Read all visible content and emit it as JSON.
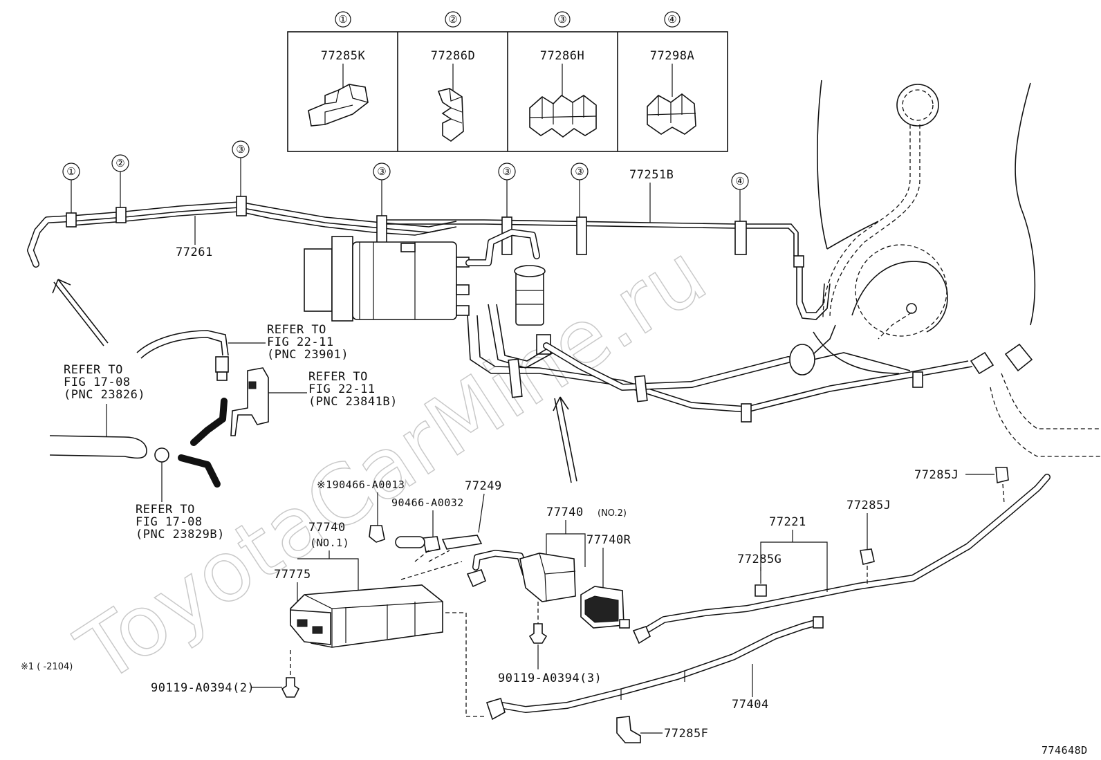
{
  "watermark": "ToyotaCarMine.ru",
  "figure_code": "774648D",
  "footnote": "※1 (      -2104)",
  "clip_table": [
    {
      "index": "①",
      "part": "77285K"
    },
    {
      "index": "②",
      "part": "77286D"
    },
    {
      "index": "③",
      "part": "77286H"
    },
    {
      "index": "④",
      "part": "77298A"
    }
  ],
  "clip_markers": [
    "①",
    "②",
    "③",
    "③",
    "③",
    "③",
    "④"
  ],
  "labels": {
    "p77261": "77261",
    "p77251B": "77251B",
    "refer_a": [
      "REFER TO",
      "FIG 22-11",
      "(PNC 23901)"
    ],
    "refer_b": [
      "REFER TO",
      "FIG 22-11",
      "(PNC 23841B)"
    ],
    "refer_c": [
      "REFER TO",
      "FIG 17-08",
      "(PNC 23826)"
    ],
    "refer_d": [
      "REFER TO",
      "FIG 17-08",
      "(PNC 23829B)"
    ],
    "p190466": "※190466-A0013",
    "p90466": "90466-A0032",
    "p77249": "77249",
    "p77740_no1": "77740",
    "p77740_no1_sub": "(NO.1)",
    "p77775": "77775",
    "p77740_no2": "77740",
    "p77740_no2_sub": "(NO.2)",
    "p77740R": "77740R",
    "p77221": "77221",
    "p77285G": "77285G",
    "p77285J_a": "77285J",
    "p77285J_b": "77285J",
    "p90119_2": "90119-A0394(2)",
    "p90119_3": "90119-A0394(3)",
    "p77404": "77404",
    "p77285F": "77285F"
  }
}
